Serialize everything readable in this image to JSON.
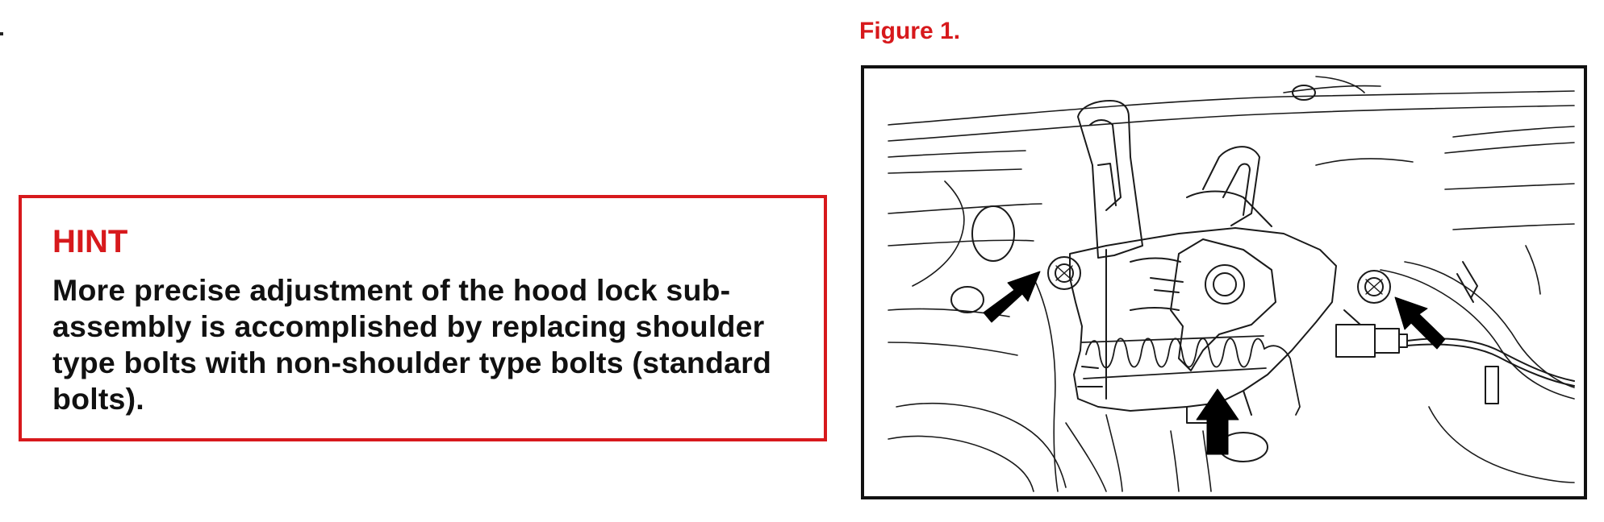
{
  "hint": {
    "title": "HINT",
    "body": "More precise adjustment of the hood lock sub-assembly is accomplished by replacing shoulder type bolts with non-shoulder type bolts (standard bolts)."
  },
  "figure": {
    "caption": "Figure 1."
  },
  "colors": {
    "accent_red": "#d7191c",
    "text": "#111111",
    "line_art": "#1a1a1a"
  },
  "icons": [
    "arrow-left-bolt-icon",
    "arrow-right-bolt-icon",
    "arrow-bottom-spring-icon"
  ]
}
